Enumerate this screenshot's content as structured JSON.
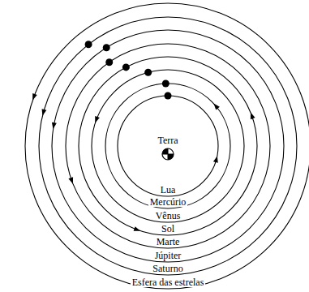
{
  "diagram": {
    "labels": [
      "Terra",
      "Lua",
      "Mercúrio",
      "Vênus",
      "Sol",
      "Marte",
      "Júpiter",
      "Saturno",
      "Esfera das estrelas"
    ]
  }
}
